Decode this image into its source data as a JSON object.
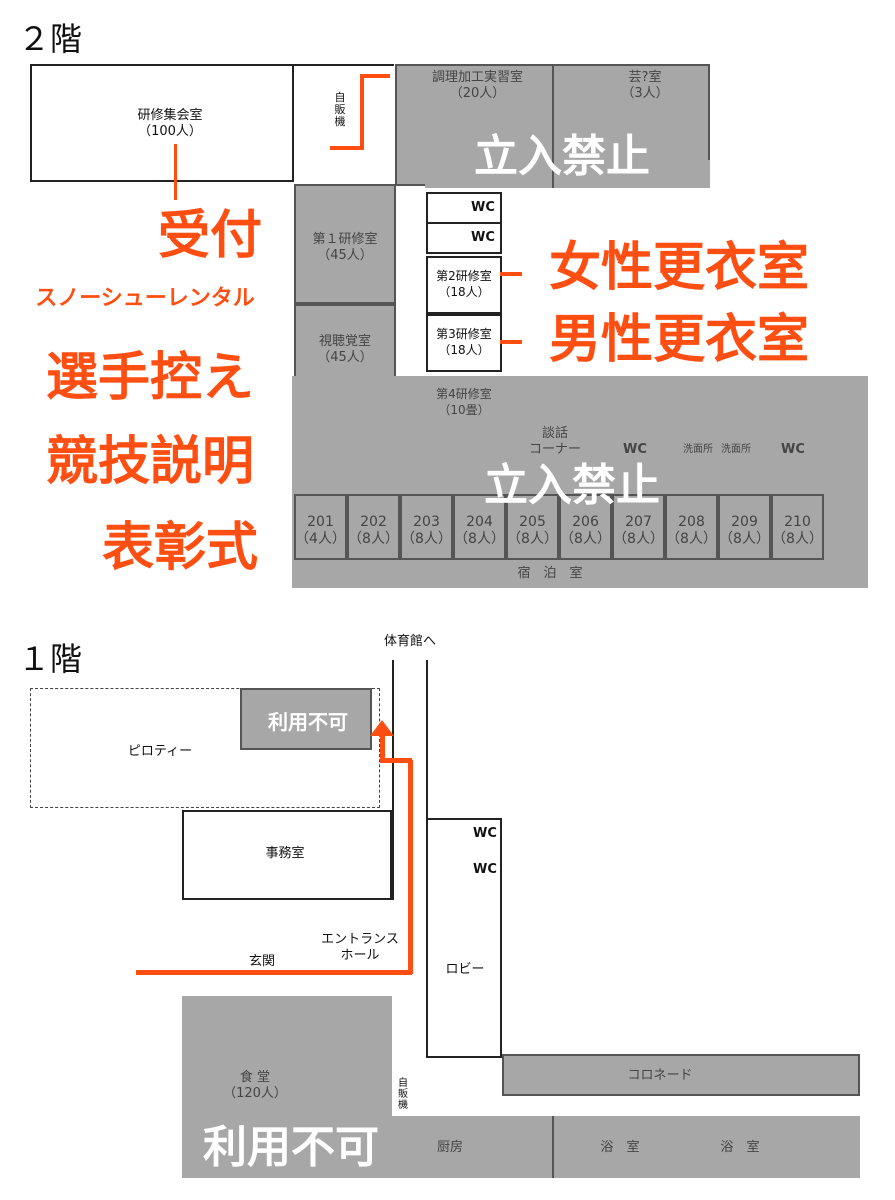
{
  "floor2": {
    "title": "２階",
    "rooms": {
      "hall": "研修集会室\n（100人）",
      "vending": "自\n販\n機",
      "cooking": "調理加工実習室\n（20人）",
      "other": "芸?室\n（3人）",
      "r1": "第１研修室\n（45人）",
      "av": "視聴覚室\n（45人）",
      "wc1": "WC",
      "wc2": "WC",
      "r2": "第2研修室\n（18人）",
      "r3": "第3研修室\n（18人）",
      "r4": "第4研修室\n（10畳）",
      "lounge": "談話\nコーナー",
      "wc3": "WC",
      "wash1": "洗面所",
      "wash2": "洗面所",
      "wc4": "WC",
      "lodging": "宿　泊　室"
    },
    "bedrooms": [
      {
        "n": "201",
        "c": "（4人）"
      },
      {
        "n": "202",
        "c": "（8人）"
      },
      {
        "n": "203",
        "c": "（8人）"
      },
      {
        "n": "204",
        "c": "（8人）"
      },
      {
        "n": "205",
        "c": "（8人）"
      },
      {
        "n": "206",
        "c": "（8人）"
      },
      {
        "n": "207",
        "c": "（8人）"
      },
      {
        "n": "208",
        "c": "（8人）"
      },
      {
        "n": "209",
        "c": "（8人）"
      },
      {
        "n": "210",
        "c": "（8人）"
      }
    ],
    "no_entry_1": "立入禁止",
    "no_entry_2": "立入禁止",
    "annotations": {
      "reception": "受付",
      "snowshoe": "スノーシューレンタル",
      "waiting": "選手控え",
      "briefing": "競技説明",
      "ceremony": "表彰式",
      "women": "女性更衣室",
      "men": "男性更衣室"
    }
  },
  "floor1": {
    "title": "１階",
    "to_gym": "体育館へ",
    "rooms": {
      "piloti": "ピロティー",
      "office": "事務室",
      "entrance": "玄関",
      "hall": "エントランス\nホール",
      "lobby": "ロビー",
      "wc1": "WC",
      "wc2": "WC",
      "dining": "食 堂\n（120人）",
      "vending": "自\n販\n機",
      "kitchen": "厨房",
      "colonnade": "コロネード",
      "bath1": "浴　室",
      "bath2": "浴　室"
    },
    "unavailable_1": "利用不可",
    "unavailable_2": "利用不可"
  },
  "colors": {
    "accent": "#ff4e12",
    "restricted": "#a7a7a7"
  }
}
